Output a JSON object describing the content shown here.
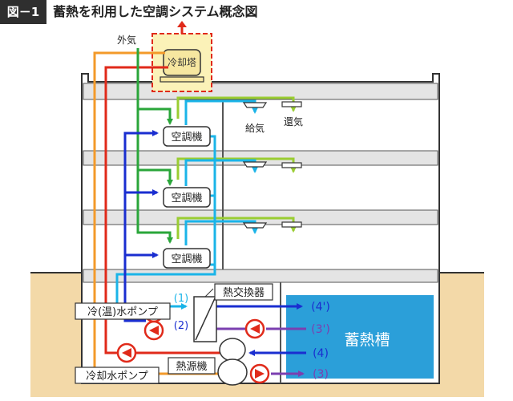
{
  "header": {
    "badge": "図－1",
    "title": "蓄熱を利用した空調システム概念図"
  },
  "labels": {
    "outside_air": "外気",
    "cooling_tower": "冷却塔",
    "supply_air": "給気",
    "return_air": "還気",
    "ahu": "空調機",
    "heat_exchanger": "熱交換器",
    "chw_pump": "冷(温)水ポンプ",
    "cw_pump": "冷却水ポンプ",
    "heat_source": "熱源機",
    "storage_tank": "蓄熱槽"
  },
  "flows": {
    "f1": "(1)",
    "f2": "(2)",
    "f3": "(3)",
    "f3p": "(3')",
    "f4": "(4)",
    "f4p": "(4')"
  },
  "colors": {
    "supply_chilled": "#1a2ed0",
    "return_chilled": "#1ab4e8",
    "condenser_supply": "#e02a1a",
    "condenser_return": "#f39a2a",
    "outside_air": "#2aa63a",
    "return_duct": "#9acd32",
    "storage_return": "#7b3fb0",
    "tank": "#2b9fd9",
    "ground": "#f3d9a8"
  }
}
